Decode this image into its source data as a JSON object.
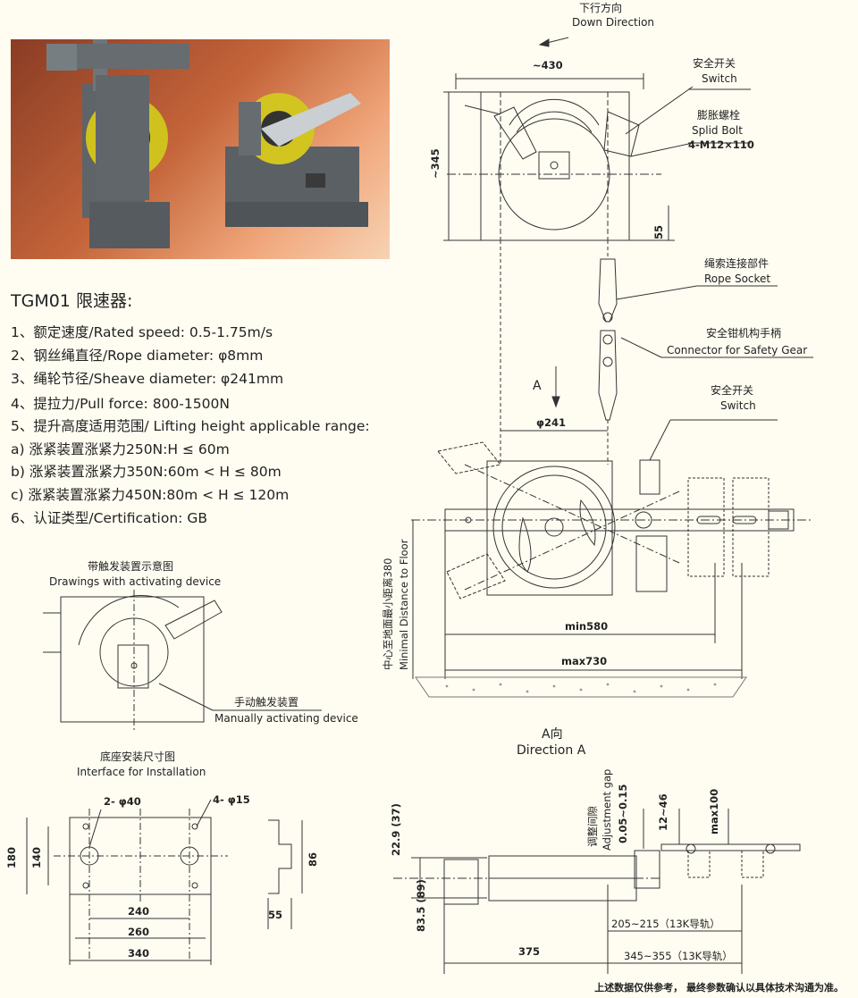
{
  "title": "TGM01 限速器:",
  "specs": [
    "1、额定速度/Rated speed: 0.5-1.75m/s",
    "2、钢丝绳直径/Rope diameter: φ8mm",
    "3、绳轮节径/Sheave diameter: φ241mm",
    "4、提拉力/Pull force: 800-1500N",
    "5、提升高度适用范围/ Lifting height applicable range:",
    "a)   涨紧装置涨紧力250N:H ≤ 60m",
    "b)   涨紧装置涨紧力350N:60m < H ≤ 80m",
    "c)   涨紧装置涨紧力450N:80m < H ≤ 120m",
    "6、认证类型/Certification: GB"
  ],
  "labels": {
    "down_cn": "下行方向",
    "down_en": "Down Direction",
    "dim_430": "~430",
    "dim_345": "~345",
    "dim_55": "55",
    "switch_cn": "安全开关",
    "switch_en": "Switch",
    "bolt_cn": "膨胀螺栓",
    "bolt_en": "Splid Bolt",
    "bolt_spec": "4-M12×110",
    "socket_cn": "绳索连接部件",
    "socket_en": "Rope Socket",
    "connector_cn": "安全钳机构手柄",
    "connector_en": "Connector for Safety Gear",
    "a_arrow": "A",
    "phi241": "φ241",
    "switch2_cn": "安全开关",
    "switch2_en": "Switch",
    "min_dist_cn": "中心至地面最小距离380",
    "min_dist_en": "Minimal Distance to Floor",
    "min580": "min580",
    "max730": "max730",
    "activating_cn": "带触发装置示意图",
    "activating_en": "Drawings with activating device",
    "manual_cn": "手动触发装置",
    "manual_en": "Manually activating device",
    "interface_cn": "底座安装尺寸图",
    "interface_en": "Interface for Installation",
    "holes_40": "2- φ40",
    "holes_15": "4- φ15",
    "dim_180": "180",
    "dim_140": "140",
    "dim_240": "240",
    "dim_260": "260",
    "dim_340": "340",
    "dim_86": "86",
    "dim_55b": "55",
    "dir_a_cn": "A向",
    "dir_a_en": "Direction A",
    "dim_229": "22.9 (37)",
    "dim_835": "83.5 (89)",
    "adj_cn": "调整间隙",
    "adj_en": "Adjustment gap",
    "adj_val": "0.05~0.15",
    "dim_1246": "12~46",
    "dim_max100": "max100",
    "dim_205": "205~215（13K导轨）",
    "dim_375": "375",
    "dim_345b": "345~355（13K导轨）",
    "footer": "上述数据仅供参考，    最终参数确认以具体技术沟通为准。"
  }
}
